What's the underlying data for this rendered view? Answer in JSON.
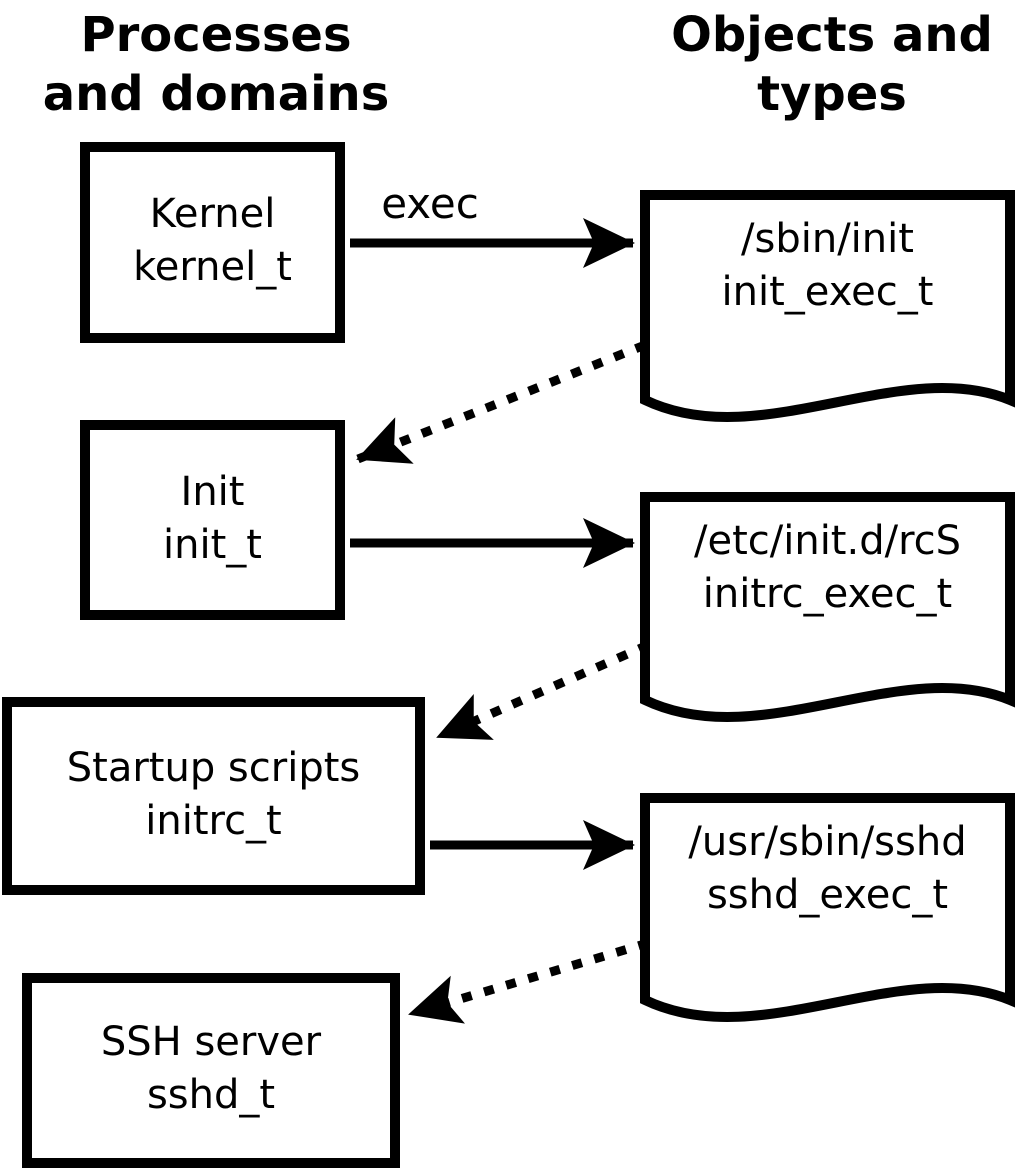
{
  "headers": {
    "left": {
      "line1": "Processes",
      "line2": "and domains"
    },
    "right": {
      "line1": "Objects and",
      "line2": "types"
    }
  },
  "processes": [
    {
      "name": "Kernel",
      "type": "kernel_t"
    },
    {
      "name": "Init",
      "type": "init_t"
    },
    {
      "name": "Startup scripts",
      "type": "initrc_t"
    },
    {
      "name": "SSH server",
      "type": "sshd_t"
    }
  ],
  "objects": [
    {
      "path": "/sbin/init",
      "type": "init_exec_t"
    },
    {
      "path": "/etc/init.d/rcS",
      "type": "initrc_exec_t"
    },
    {
      "path": "/usr/sbin/sshd",
      "type": "sshd_exec_t"
    }
  ],
  "arrow_labels": {
    "exec": "exec"
  },
  "transitions": [
    {
      "from": "Kernel (kernel_t)",
      "to": "/sbin/init (init_exec_t)",
      "label": "exec",
      "style": "solid"
    },
    {
      "from": "/sbin/init (init_exec_t)",
      "to": "Init (init_t)",
      "label": "",
      "style": "dotted"
    },
    {
      "from": "Init (init_t)",
      "to": "/etc/init.d/rcS (initrc_exec_t)",
      "label": "",
      "style": "solid"
    },
    {
      "from": "/etc/init.d/rcS (initrc_exec_t)",
      "to": "Startup scripts (initrc_t)",
      "label": "",
      "style": "dotted"
    },
    {
      "from": "Startup scripts (initrc_t)",
      "to": "/usr/sbin/sshd (sshd_exec_t)",
      "label": "",
      "style": "solid"
    },
    {
      "from": "/usr/sbin/sshd (sshd_exec_t)",
      "to": "SSH server (sshd_t)",
      "label": "",
      "style": "dotted"
    }
  ],
  "colors": {
    "foreground": "#000000",
    "background": "#ffffff"
  }
}
